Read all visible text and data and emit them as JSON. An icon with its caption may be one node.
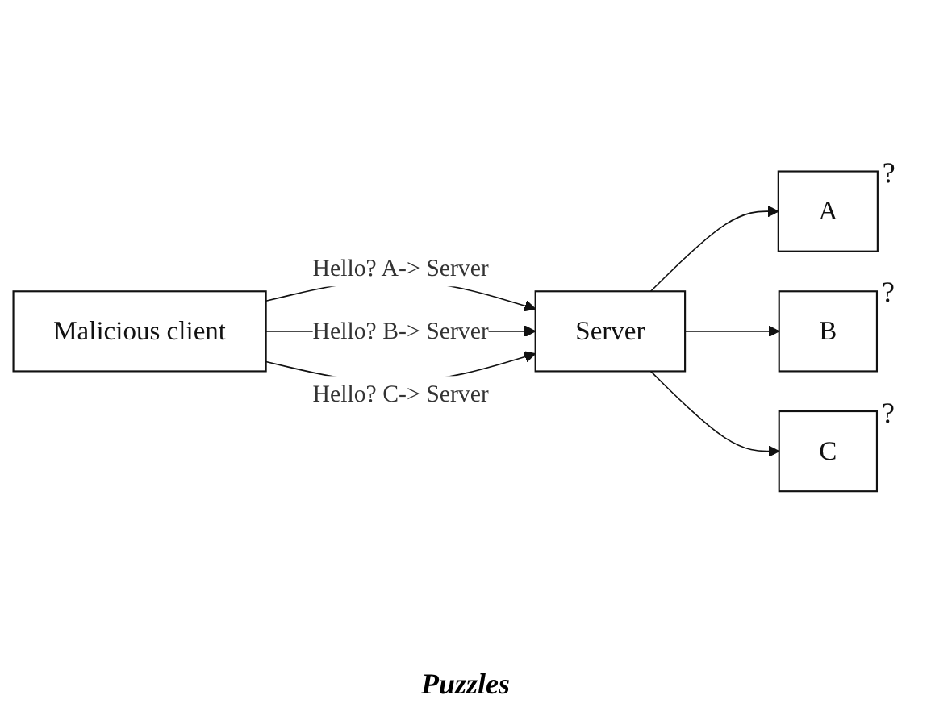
{
  "diagram": {
    "nodes": [
      {
        "text": [
          "Malicious client"
        ]
      },
      {
        "text": [
          "Server"
        ]
      },
      {
        "text": [
          "A"
        ],
        "beside": [
          "?"
        ]
      },
      {
        "text": [
          "B"
        ],
        "beside": [
          "?"
        ]
      },
      {
        "text": [
          "C"
        ],
        "beside": [
          "?"
        ]
      }
    ],
    "edges": [
      {
        "from": 0,
        "to": 1,
        "arrow": "to",
        "label": "Hello? A-> Server"
      },
      {
        "from": 0,
        "to": 1,
        "arrow": "to",
        "label": "Hello? B-> Server"
      },
      {
        "from": 0,
        "to": 1,
        "arrow": "to",
        "label": "Hello? C-> Server"
      },
      {
        "from": 1,
        "to": 2,
        "arrow": "to"
      },
      {
        "from": 1,
        "to": 3,
        "arrow": "to"
      },
      {
        "from": 1,
        "to": 4,
        "arrow": "to"
      }
    ],
    "labels": [
      "Puzzles"
    ]
  }
}
